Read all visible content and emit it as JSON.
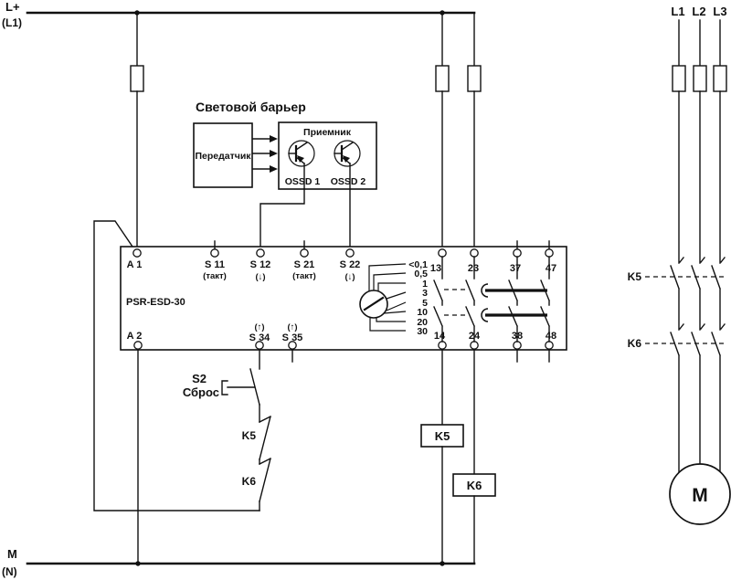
{
  "colors": {
    "ink": "#111111",
    "background": "#ffffff"
  },
  "rails": {
    "top_label": "L+",
    "top_sub": "(L1)",
    "bottom_label": "M",
    "bottom_sub": "(N)"
  },
  "phases": {
    "l1": "L1",
    "l2": "L2",
    "l3": "L3"
  },
  "light_barrier": {
    "title": "Световой барьер",
    "transmitter": "Передатчик",
    "receiver": "Приемник",
    "ossd1": "OSSD 1",
    "ossd2": "OSSD 2"
  },
  "relay": {
    "model": "PSR-ESD-30",
    "a1": "A 1",
    "s11": "S 11",
    "s11_sub": "(такт)",
    "s12": "S 12",
    "s12_sub": "(↓)",
    "s21": "S 21",
    "s21_sub": "(такт)",
    "s22": "S 22",
    "s22_sub": "(↓)",
    "t13": "13",
    "t23": "23",
    "t37": "37",
    "t47": "47",
    "a2": "A 2",
    "s34": "S 34",
    "s34_sub": "(↑)",
    "s35": "S 35",
    "s35_sub": "(↑)",
    "t14": "14",
    "t24": "24",
    "t38": "38",
    "t48": "48",
    "timer_values": [
      "<0,1",
      "0,5",
      "1",
      "3",
      "5",
      "10",
      "20",
      "30"
    ]
  },
  "reset_chain": {
    "s2": "S2",
    "s2_sub": "Сброс",
    "k5_nc": "K5",
    "k6_nc": "K6"
  },
  "coils": {
    "k5": "K5",
    "k6": "K6"
  },
  "contactors": {
    "k5": "K5",
    "k6": "K6"
  },
  "motor": {
    "label": "M"
  }
}
